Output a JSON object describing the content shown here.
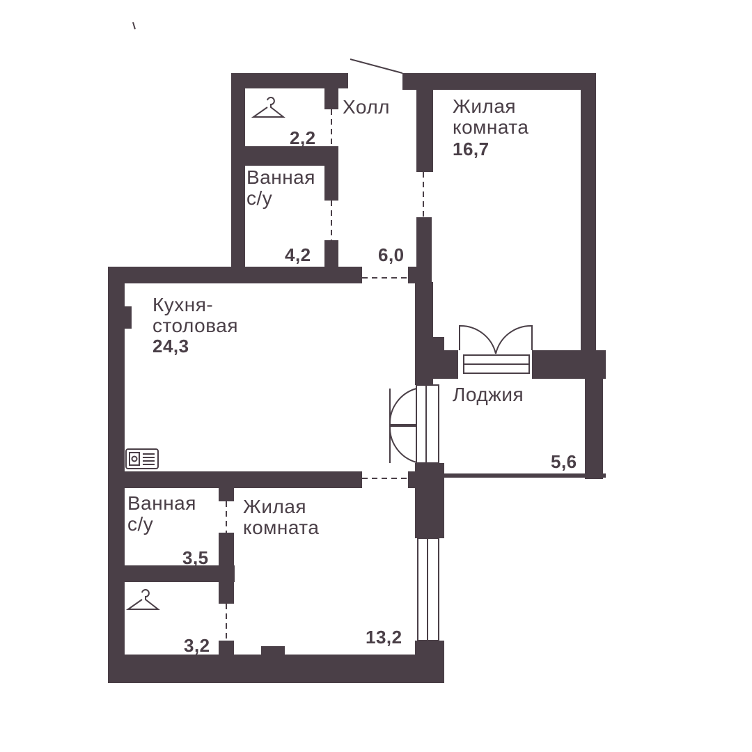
{
  "plan": {
    "colors": {
      "wall": "#4a3f47",
      "background": "#ffffff"
    },
    "rooms": [
      {
        "id": "wardrobe-top",
        "name": "",
        "area": "2,2",
        "icon": "hanger-icon"
      },
      {
        "id": "hall",
        "name": "Холл",
        "area": "6,0"
      },
      {
        "id": "living-room-top",
        "name": "Жилая\nкомната",
        "area": "16,7"
      },
      {
        "id": "bathroom-top",
        "name": "Ванная\nс/у",
        "area": "4,2"
      },
      {
        "id": "kitchen",
        "name": "Кухня-\nстоловая",
        "area": "24,3",
        "icon": "stove-icon"
      },
      {
        "id": "loggia",
        "name": "Лоджия",
        "area": "5,6"
      },
      {
        "id": "bathroom-bottom",
        "name": "Ванная\nс/у",
        "area": "3,5"
      },
      {
        "id": "wardrobe-bottom",
        "name": "",
        "area": "3,2",
        "icon": "hanger-icon"
      },
      {
        "id": "living-room-bottom",
        "name": "Жилая\nкомната",
        "area": "13,2"
      }
    ]
  }
}
